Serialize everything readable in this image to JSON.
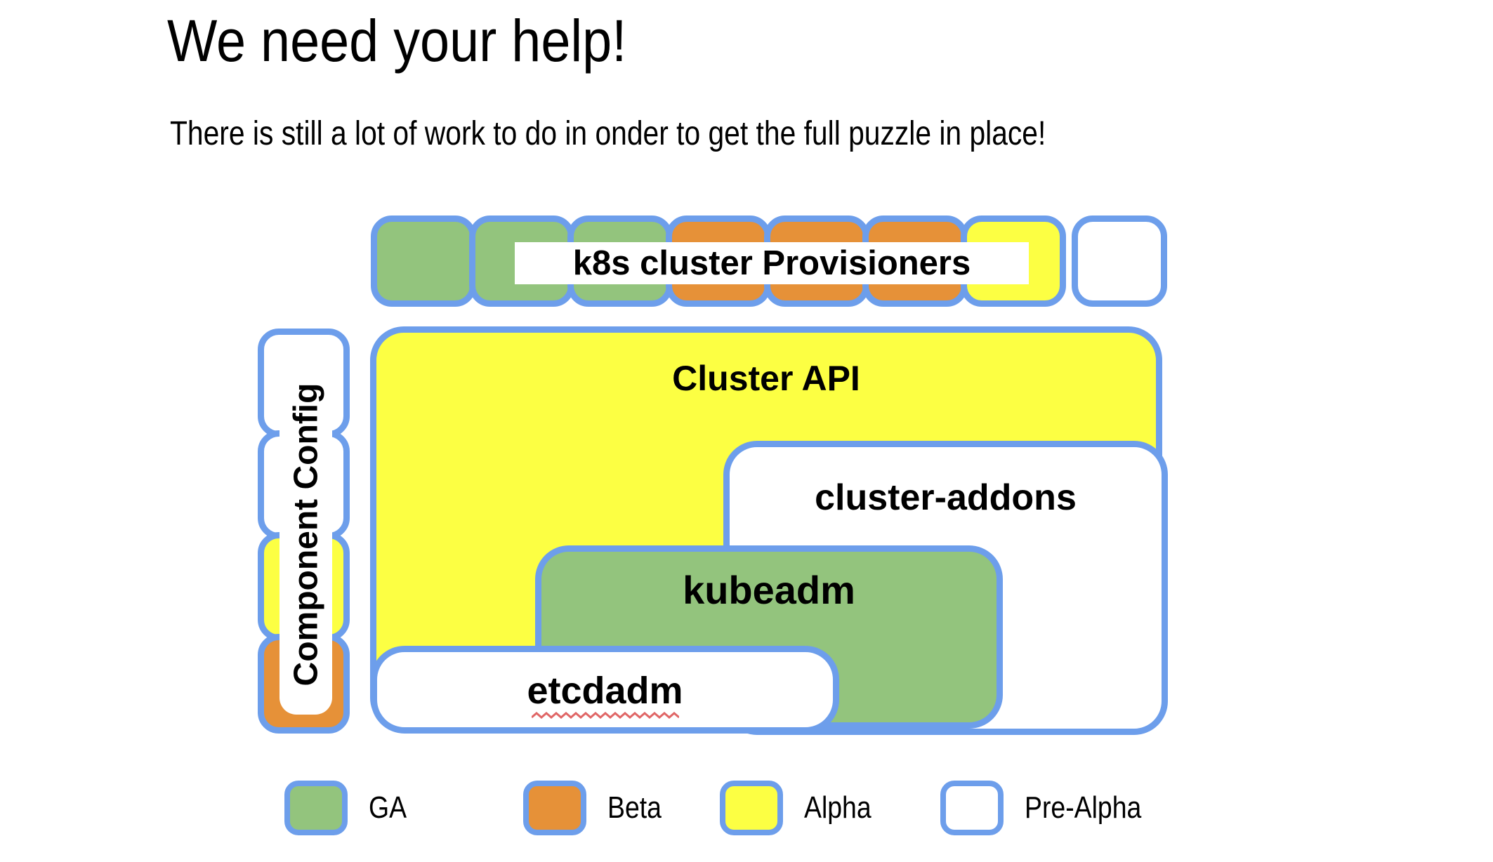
{
  "page": {
    "title": "We need your help!",
    "subtitle": "There is still a lot of work to do in onder to get the full puzzle in place!"
  },
  "colors": {
    "ga": "#93c47d",
    "beta": "#e69138",
    "alpha": "#fcff43",
    "prealpha": "#ffffff",
    "border": "#6d9eeb",
    "squiggle": "#e06666"
  },
  "diagram": {
    "provisioners_label": "k8s cluster Provisioners",
    "provisioner_pieces": [
      "ga",
      "ga",
      "ga",
      "beta",
      "beta",
      "beta",
      "alpha",
      "prealpha"
    ],
    "component_config_label": "Component Config",
    "component_config_pieces": [
      "prealpha",
      "prealpha",
      "alpha",
      "beta"
    ],
    "boxes": [
      {
        "label": "Cluster API",
        "status": "alpha"
      },
      {
        "label": "cluster-addons",
        "status": "prealpha"
      },
      {
        "label": "kubeadm",
        "status": "ga"
      },
      {
        "label": "etcdadm",
        "status": "prealpha",
        "spellcheck_underline": true
      }
    ]
  },
  "legend": {
    "items": [
      {
        "label": "GA",
        "color": "#93c47d"
      },
      {
        "label": "Beta",
        "color": "#e69138"
      },
      {
        "label": "Alpha",
        "color": "#fcff43"
      },
      {
        "label": "Pre-Alpha",
        "color": "#ffffff"
      }
    ]
  }
}
